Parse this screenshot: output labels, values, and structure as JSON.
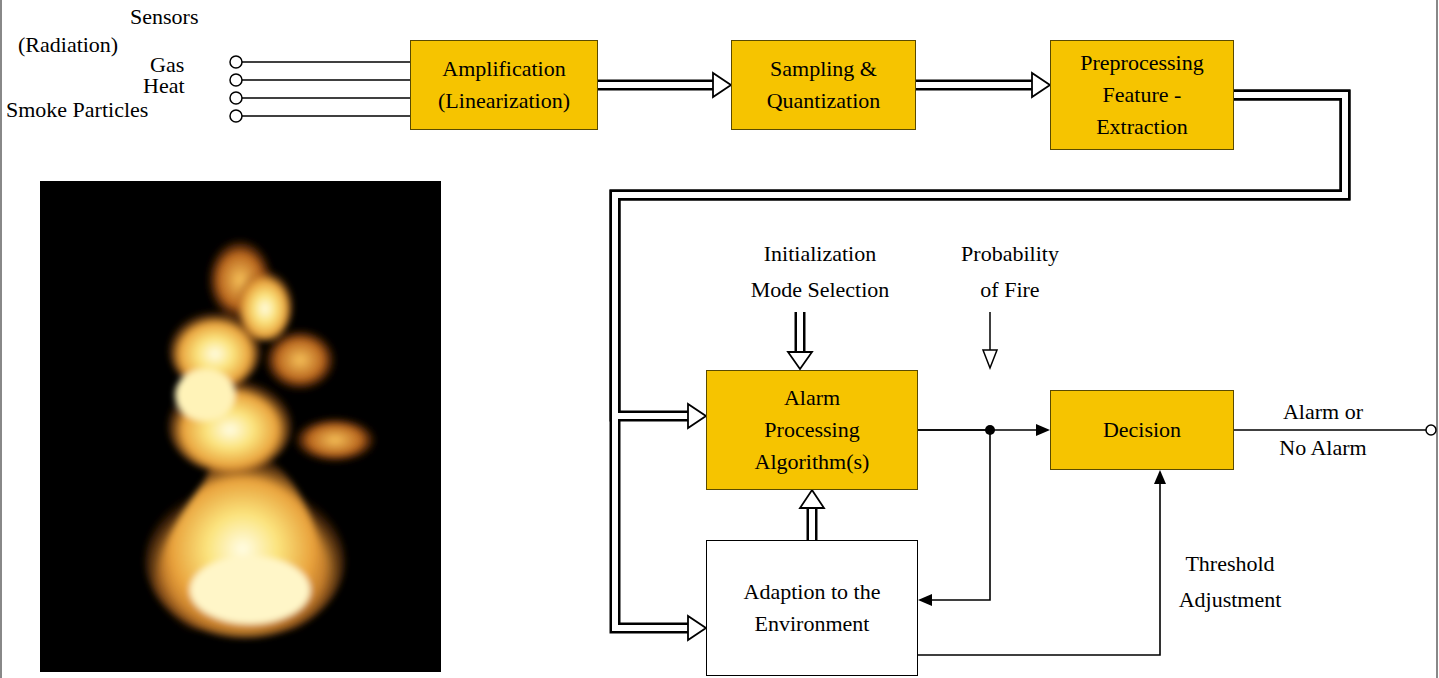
{
  "diagram": {
    "nodes": [
      {
        "text": [
          "Amplification (Linearization)"
        ]
      },
      {
        "text": [
          "Sampling & Quantization"
        ]
      },
      {
        "text": [
          "Preprocessing Feature - Extraction"
        ]
      },
      {
        "text": [
          "Alarm Processing Algorithm(s)"
        ]
      },
      {
        "text": [
          "Decision"
        ]
      },
      {
        "text": [
          "Adaption to the Environment"
        ]
      }
    ],
    "edges": [
      {
        "from": 0,
        "to": 1,
        "arrow": "to"
      },
      {
        "from": 1,
        "to": 2,
        "arrow": "to"
      },
      {
        "from": 2,
        "to": 3,
        "arrow": "to"
      },
      {
        "from": 2,
        "to": 5,
        "arrow": "to"
      },
      {
        "from": 3,
        "to": 4,
        "arrow": "to"
      },
      {
        "from": 3,
        "to": 5,
        "arrow": "to"
      },
      {
        "from": 5,
        "to": 3,
        "arrow": "to"
      },
      {
        "from": 5,
        "to": 4,
        "label": "Threshold Adjustment",
        "arrow": "to"
      }
    ],
    "labels": [
      "Sensors",
      "(Radiation)",
      "Gas",
      "Heat",
      "Smoke Particles",
      "Initialization Mode Selection",
      "Probability of Fire",
      "Alarm or No Alarm"
    ]
  }
}
